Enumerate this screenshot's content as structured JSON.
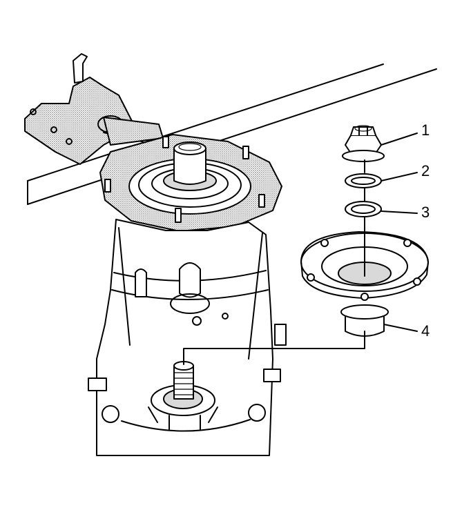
{
  "callouts": {
    "c1": "1",
    "c2": "2",
    "c3": "3",
    "c4": "4"
  },
  "parts": {
    "p1": "nut-icon",
    "p2": "washer-icon",
    "p3": "washer-icon",
    "p4": "flange-icon"
  },
  "colors": {
    "ink": "#000000",
    "shading": "#9a9a9a",
    "background": "#ffffff"
  }
}
